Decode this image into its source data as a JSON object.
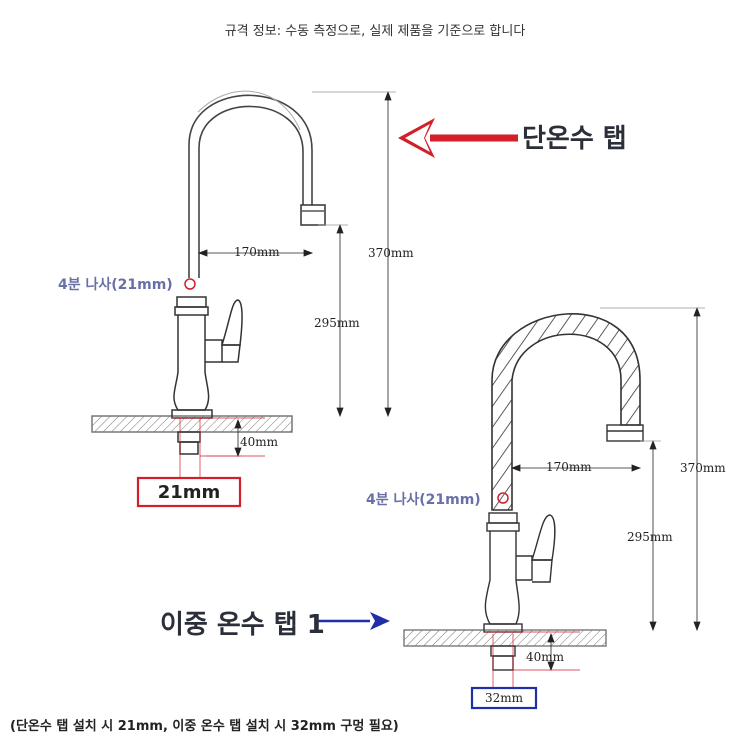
{
  "header": {
    "note": "규격 정보: 수동 측정으로, 실제 제품을 기준으로 합니다"
  },
  "faucet_top": {
    "title": "단온수 탭",
    "thread_label": "4분 나사(21mm)",
    "dims": {
      "reach": "170mm",
      "height": "370mm",
      "spout": "295mm",
      "shank": "40mm"
    },
    "hole": "21mm",
    "hole_color": "#d21f2a",
    "arrow_color": "#d21f2a"
  },
  "faucet_bottom": {
    "title": "이중 온수 탭 1",
    "thread_label": "4분 나사(21mm)",
    "dims": {
      "reach": "170mm",
      "height": "370mm",
      "spout": "295mm",
      "shank": "40mm"
    },
    "hole": "32mm",
    "hole_color": "#1f2fa8",
    "arrow_color": "#1f2fa8"
  },
  "footer": {
    "note": "(단온수 탭 설치 시 21mm, 이중 온수 탭 설치 시 32mm 구멍 필요)"
  }
}
